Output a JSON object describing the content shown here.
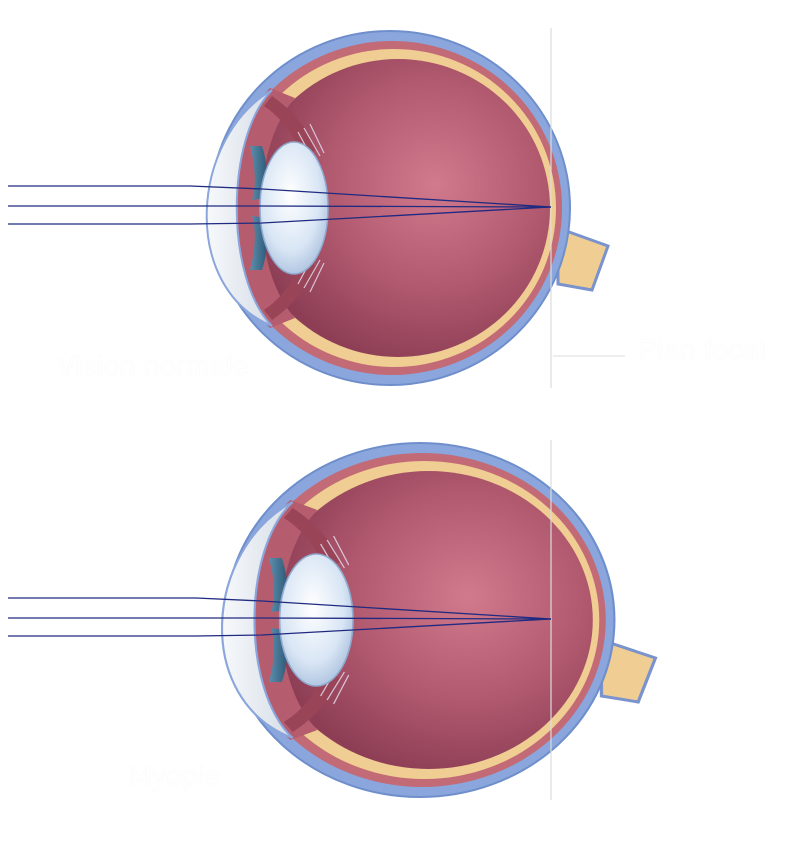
{
  "labels": {
    "top_eye_caption": "Vision normale",
    "bottom_eye_caption": "Myopie",
    "focal_plane": "Plan focal"
  },
  "colors": {
    "sclera": "#8aa6dc",
    "sclera_edge": "#6f8fcc",
    "choroid": "#c26a76",
    "retina": "#f0cd93",
    "vitreous_light": "#cf7688",
    "vitreous_dark": "#8d3e55",
    "lens": "#dce8f6",
    "cornea": "#eef2f6",
    "rays": "#1f2a80",
    "focal_line": "#d8d8d8"
  }
}
